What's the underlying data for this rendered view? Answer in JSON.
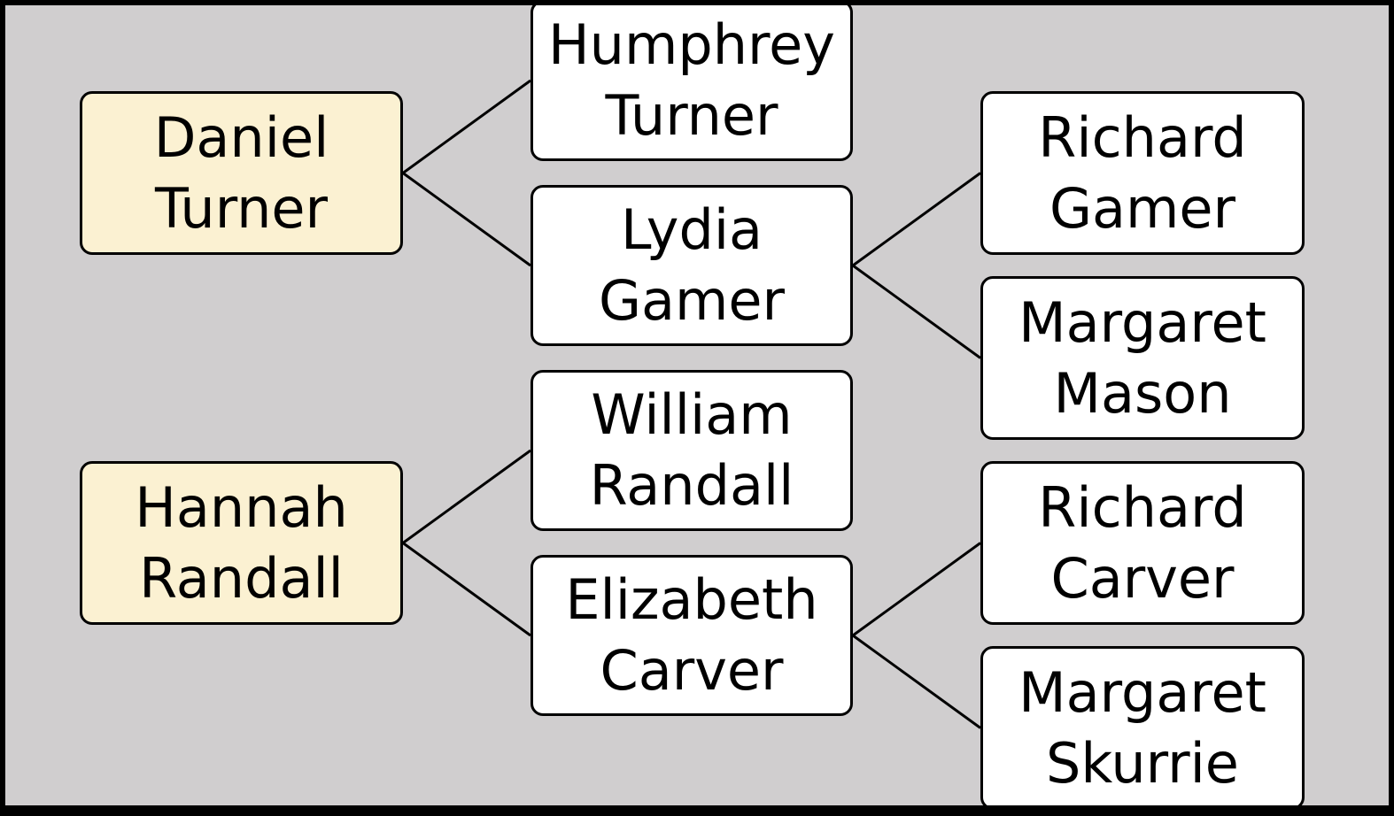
{
  "tree": {
    "root_color": "#fbf1d2",
    "node_color": "#ffffff",
    "background": "#d0cecf",
    "nodes": [
      {
        "id": "daniel-turner",
        "role": "root",
        "first": "Daniel",
        "last": "Turner"
      },
      {
        "id": "humphrey-turner",
        "role": "parent",
        "first": "Humphrey",
        "last": "Turner"
      },
      {
        "id": "lydia-gamer",
        "role": "parent",
        "first": "Lydia",
        "last": "Gamer"
      },
      {
        "id": "richard-gamer",
        "role": "grandparent",
        "first": "Richard",
        "last": "Gamer"
      },
      {
        "id": "margaret-mason",
        "role": "grandparent",
        "first": "Margaret",
        "last": "Mason"
      },
      {
        "id": "hannah-randall",
        "role": "root",
        "first": "Hannah",
        "last": "Randall"
      },
      {
        "id": "william-randall",
        "role": "parent",
        "first": "William",
        "last": "Randall"
      },
      {
        "id": "elizabeth-carver",
        "role": "parent",
        "first": "Elizabeth",
        "last": "Carver"
      },
      {
        "id": "richard-carver",
        "role": "grandparent",
        "first": "Richard",
        "last": "Carver"
      },
      {
        "id": "margaret-skurrie",
        "role": "grandparent",
        "first": "Margaret",
        "last": "Skurrie"
      }
    ],
    "edges": [
      [
        "daniel-turner",
        "humphrey-turner"
      ],
      [
        "daniel-turner",
        "lydia-gamer"
      ],
      [
        "lydia-gamer",
        "richard-gamer"
      ],
      [
        "lydia-gamer",
        "margaret-mason"
      ],
      [
        "hannah-randall",
        "william-randall"
      ],
      [
        "hannah-randall",
        "elizabeth-carver"
      ],
      [
        "elizabeth-carver",
        "richard-carver"
      ],
      [
        "elizabeth-carver",
        "margaret-skurrie"
      ]
    ]
  }
}
